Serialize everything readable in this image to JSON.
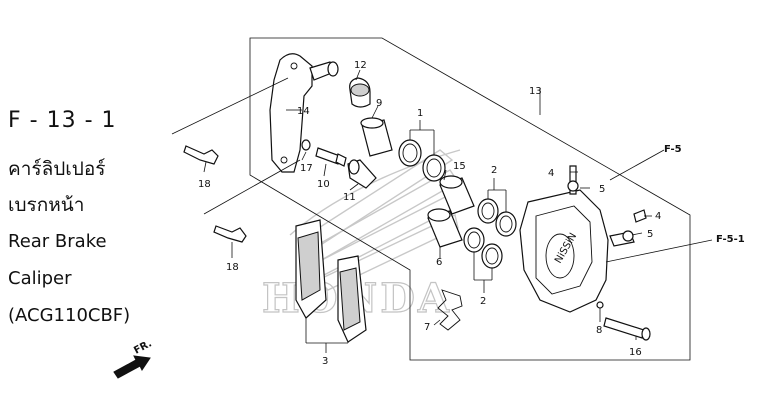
{
  "section_code": "F - 13 - 1",
  "title_thai_line1": "คาร์ลิปเปอร์",
  "title_thai_line2": "เบรกหน้า",
  "title_en_line1": "Rear Brake",
  "title_en_line2": "Caliper",
  "model": "(ACG110CBF)",
  "front_arrow_label": "FR.",
  "watermark": "HONDA",
  "page_refs": {
    "ref_a": "F-5",
    "ref_b": "F-5-1"
  },
  "callouts": {
    "c1": "1",
    "c2a": "2",
    "c2b": "2",
    "c3": "3",
    "c4a": "4",
    "c4b": "4",
    "c5a": "5",
    "c5b": "5",
    "c6": "6",
    "c7": "7",
    "c8": "8",
    "c9": "9",
    "c10": "10",
    "c11": "11",
    "c12": "12",
    "c13": "13",
    "c14": "14",
    "c15": "15",
    "c16": "16",
    "c17": "17",
    "c18a": "18",
    "c18b": "18"
  }
}
